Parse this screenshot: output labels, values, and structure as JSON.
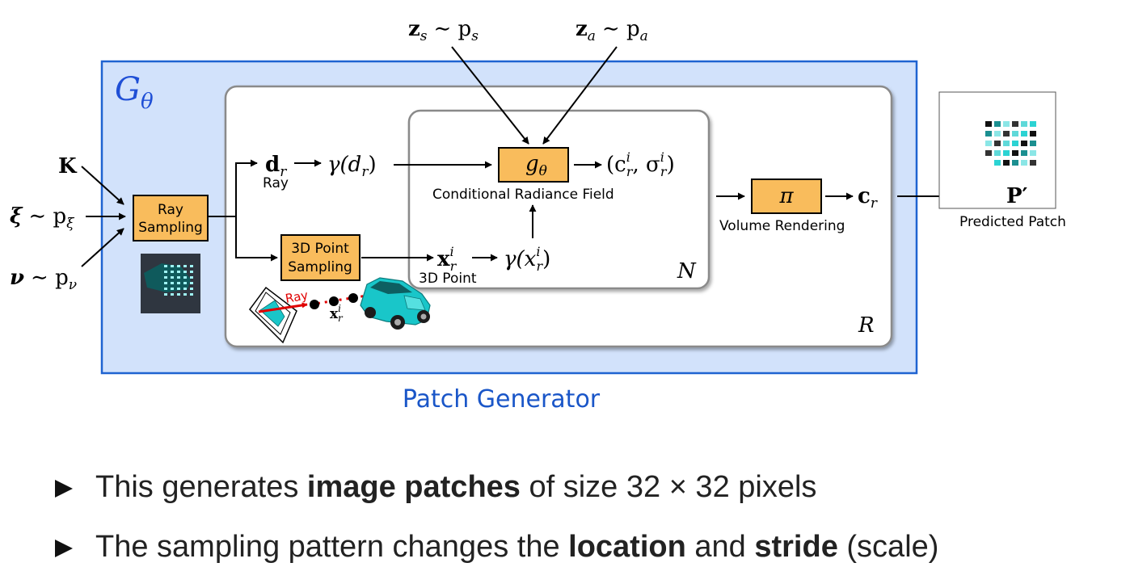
{
  "generator": {
    "title_symbol": "G",
    "title_sub": "θ",
    "caption": "Patch Generator"
  },
  "inputs": {
    "K": "K",
    "xi_sym": "ξ",
    "xi_dist": "∼ p",
    "xi_sub": "ξ",
    "nu_sym": "ν",
    "nu_dist": "∼ p",
    "nu_sub": "ν"
  },
  "latents": {
    "zs_sym": "z",
    "zs_sub": "s",
    "zs_dist": "∼ p",
    "zs_dist_sub": "s",
    "za_sym": "z",
    "za_sub": "a",
    "za_dist": "∼ p",
    "za_dist_sub": "a"
  },
  "boxes": {
    "ray_sampling": [
      "Ray",
      "Sampling"
    ],
    "point_sampling": [
      "3D Point",
      "Sampling"
    ],
    "g_theta_sym": "g",
    "g_theta_sub": "θ",
    "pi": "π"
  },
  "labels": {
    "ray": "Ray",
    "ray_red": "Ray",
    "point": "3D Point",
    "crf": "Conditional Radiance Field",
    "volume_rendering": "Volume Rendering",
    "predicted_patch": "Predicted Patch",
    "N": "N",
    "R": "R"
  },
  "math": {
    "d_r": "d",
    "d_r_sub": "r",
    "gamma_d": "γ(d",
    "gamma_d_sub": "r",
    "gamma_d_close": ")",
    "x_r": "x",
    "x_r_sup": "i",
    "x_r_sub": "r",
    "gamma_x": "γ(x",
    "gamma_x_sup": "i",
    "gamma_x_sub": "r",
    "gamma_x_close": ")",
    "out_open": "(c",
    "out_c_sup": "i",
    "out_c_sub": "r",
    "out_sigma": ", σ",
    "out_sigma_sup": "i",
    "out_sigma_sub": "r",
    "out_close": ")",
    "c_r": "c",
    "c_r_sub": "r",
    "P_prime": "P′",
    "x_small": "x",
    "x_small_sup": "i",
    "x_small_sub": "r"
  },
  "colors": {
    "generator_fill": "#d2e2fb",
    "generator_border": "#1f63d1",
    "orange_box": "#f9bc5c",
    "title_blue": "#1f4fd6",
    "caption_blue": "#1a56c8",
    "car_cyan": "#19c6c9",
    "ray_red": "#e00000"
  },
  "bullets": [
    {
      "pre": "This generates ",
      "bold": "image patches",
      "mid": " of size 32 × 32 pixels",
      "bold2": "",
      "post": ""
    },
    {
      "pre": "The sampling pattern changes the ",
      "bold": "location",
      "mid": " and ",
      "bold2": "stride",
      "post": " (scale)"
    }
  ]
}
